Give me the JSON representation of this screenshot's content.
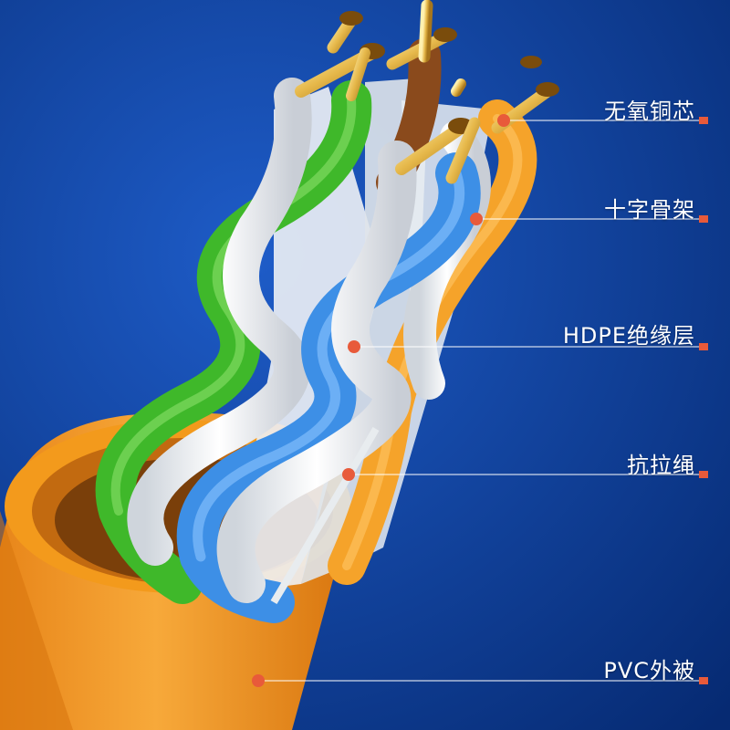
{
  "callouts": [
    {
      "id": "copper",
      "text": "无氧铜芯"
    },
    {
      "id": "cross",
      "text": "十字骨架"
    },
    {
      "id": "hdpe",
      "text": "HDPE绝缘层"
    },
    {
      "id": "rope",
      "text": "抗拉绳"
    },
    {
      "id": "pvc",
      "text": "PVC外被"
    }
  ],
  "colors": {
    "background": "#0b3f9e",
    "jacket": "#f39a1c",
    "green": "#3fb82a",
    "blue": "#3d8fe6",
    "orange_wire": "#f5a32a",
    "brown_wire": "#8a4a1c",
    "copper": "#e6b84a",
    "insulation_white": "#f4f4f2",
    "callout_line": "#e85a3a"
  }
}
